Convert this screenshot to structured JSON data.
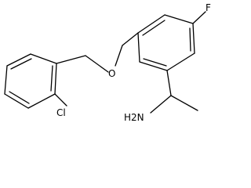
{
  "molecule": {
    "labels": {
      "fluorine": "F",
      "oxygen": "O",
      "chlorine": "Cl",
      "amine": "H2N"
    },
    "colors": {
      "bond": "#000000",
      "text": "#000000",
      "background": "#ffffff"
    }
  }
}
